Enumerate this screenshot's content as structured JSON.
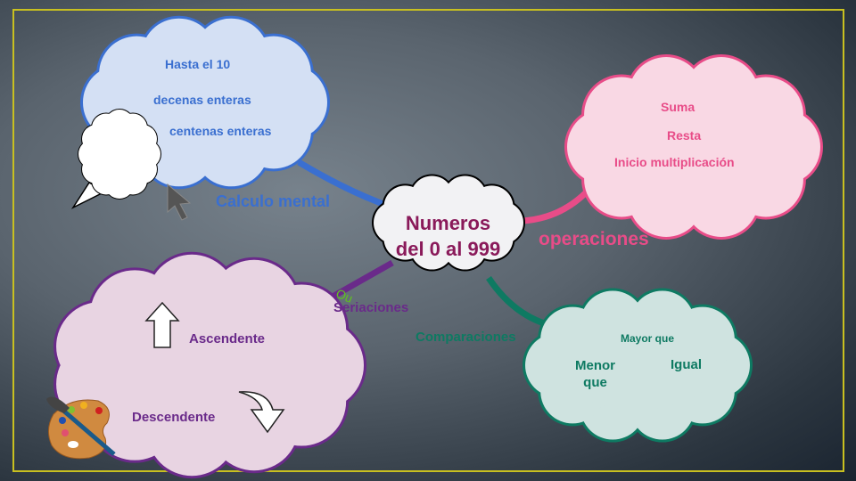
{
  "center": {
    "line1": "Numeros",
    "line2": "del 0 al 999"
  },
  "branches": {
    "calculo": {
      "label": "Calculo mental",
      "items": [
        "Hasta el 10",
        "decenas enteras",
        "centenas enteras"
      ]
    },
    "operaciones": {
      "label": "operaciones",
      "items": [
        "Suma",
        "Resta",
        "Inicio multiplicación"
      ]
    },
    "seriaciones": {
      "label": "Seriaciones",
      "overlay": "Ou",
      "items": [
        "Ascendente",
        "Descendente"
      ]
    },
    "comparaciones": {
      "label": "Comparaciones",
      "items": [
        "Mayor que",
        "Menor que",
        "Igual"
      ]
    }
  },
  "colors": {
    "calculo": "#3a6fd0",
    "operaciones": "#e84c88",
    "seriaciones": "#6a2a8a",
    "comparaciones": "#0e7a62",
    "center_text": "#8a1a5a",
    "frame": "#c8c020"
  },
  "icons": [
    "speech-bubble-icon",
    "cursor-arrow-icon",
    "arrow-up-icon",
    "curved-arrow-down-icon",
    "paint-palette-icon"
  ]
}
